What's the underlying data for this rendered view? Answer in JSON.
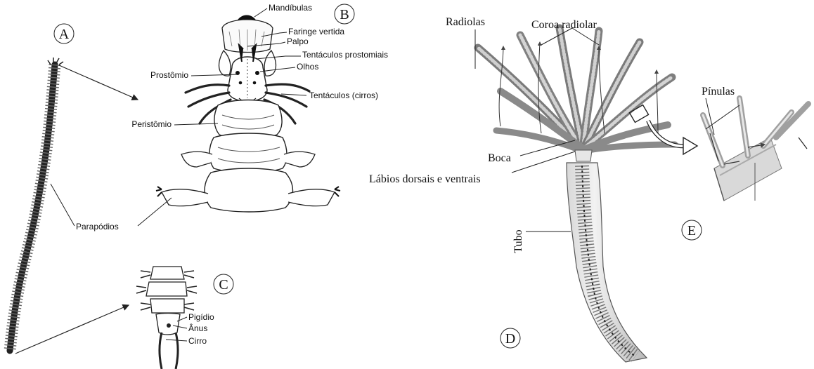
{
  "panel_letters": {
    "a": "A",
    "b": "B",
    "c": "C",
    "d": "D",
    "e": "E"
  },
  "panel_b_labels": {
    "mandibulas": "Mandíbulas",
    "faringe": "Faringe vertida",
    "palpo": "Palpo",
    "tentaculos_prostomiais": "Tentáculos prostomiais",
    "olhos": "Olhos",
    "prostomio": "Prostômio",
    "tentaculos_cirros": "Tentáculos (cirros)",
    "peristomio": "Peristômio",
    "parapodios": "Parapódios"
  },
  "panel_c_labels": {
    "pigidio": "Pigídio",
    "anus": "Ânus",
    "cirro": "Cirro"
  },
  "panel_d_labels": {
    "radiolas": "Radiolas",
    "coroa": "Coroa radiolar",
    "boca": "Boca",
    "labios": "Lábios dorsais e ventrais",
    "tubo": "Tubo"
  },
  "panel_e_labels": {
    "pinulas": "Pínulas"
  }
}
